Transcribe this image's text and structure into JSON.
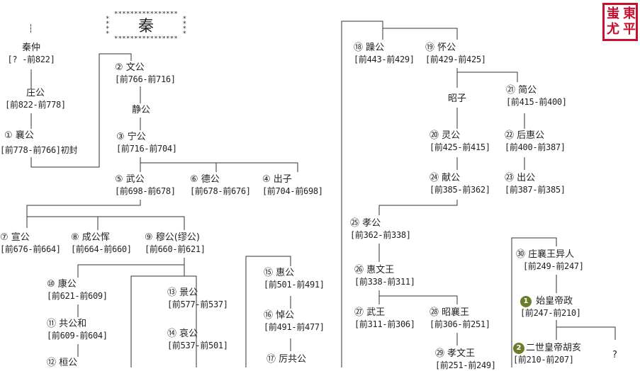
{
  "title": "秦",
  "title_stars": "****************",
  "seal": {
    "chars": [
      "東",
      "平",
      "蚩",
      "尤"
    ],
    "text": "東平蚩尤"
  },
  "nodes": {
    "qinzhong": {
      "name": "秦仲",
      "dates": "[? -前822]"
    },
    "zhuanggong": {
      "name": "庄公",
      "dates": "[前822-前778]"
    },
    "xianggong": {
      "num": "①",
      "name": "襄公",
      "dates": "[前778-前766]初封"
    },
    "wengong": {
      "num": "②",
      "name": "文公",
      "dates": "[前766-前716]"
    },
    "jinggong_a": {
      "name": "静公"
    },
    "ninggong": {
      "num": "③",
      "name": "宁公",
      "dates": "[前716-前704]"
    },
    "wugong": {
      "num": "⑤",
      "name": "武公",
      "dates": "[前698-前678]"
    },
    "degong": {
      "num": "⑥",
      "name": "德公",
      "dates": "[前678-前676]"
    },
    "chuzi": {
      "num": "④",
      "name": "出子",
      "dates": "[前704-前698]"
    },
    "xuangong": {
      "num": "⑦",
      "name": "宣公",
      "dates": "[前676-前664]"
    },
    "chenggong": {
      "num": "⑧",
      "name": "成公恽",
      "dates": "[前664-前660]"
    },
    "mugong": {
      "num": "⑨",
      "name": "穆公(缪公)",
      "dates": "[前660-前621]"
    },
    "kanggong": {
      "num": "⑩",
      "name": "康公",
      "dates": "[前621-前609]"
    },
    "gonggong": {
      "num": "⑪",
      "name": "共公和",
      "dates": "[前609-前604]"
    },
    "huangong": {
      "num": "⑫",
      "name": "桓公"
    },
    "jinggong": {
      "num": "⑬",
      "name": "景公",
      "dates": "[前577-前537]"
    },
    "aigong": {
      "num": "⑭",
      "name": "哀公",
      "dates": "[前537-前501]"
    },
    "huigong": {
      "num": "⑮",
      "name": "惠公",
      "dates": "[前501-前491]"
    },
    "daogong": {
      "num": "⑯",
      "name": "悼公",
      "dates": "[前491-前477]"
    },
    "ligong": {
      "num": "⑰",
      "name": "厉共公"
    },
    "zaogong": {
      "num": "⑱",
      "name": "躁公",
      "dates": "[前443-前429]"
    },
    "huaigong": {
      "num": "⑲",
      "name": "怀公",
      "dates": "[前429-前425]"
    },
    "zhaozi": {
      "name": "昭子"
    },
    "jiangong": {
      "num": "㉑",
      "name": "简公",
      "dates": "[前415-前400]"
    },
    "linggong": {
      "num": "⑳",
      "name": "灵公",
      "dates": "[前425-前415]"
    },
    "houhuigong": {
      "num": "㉒",
      "name": "后惠公",
      "dates": "[前400-前387]"
    },
    "xiangong": {
      "num": "㉔",
      "name": "献公",
      "dates": "[前385-前362]"
    },
    "chugong": {
      "num": "㉓",
      "name": "出公",
      "dates": "[前387-前385]"
    },
    "xiaogong": {
      "num": "㉕",
      "name": "孝公",
      "dates": "[前362-前338]"
    },
    "huiwenwang": {
      "num": "㉖",
      "name": "惠文王",
      "dates": "[前338-前311]"
    },
    "wuwang": {
      "num": "㉗",
      "name": "武王",
      "dates": "[前311-前306]"
    },
    "zhaoxiangwang": {
      "num": "㉘",
      "name": "昭襄王",
      "dates": "[前306-前251]"
    },
    "xiaowenwang": {
      "num": "㉙",
      "name": "孝文王",
      "dates": "[前251-前249]"
    },
    "zhuangxiangwang": {
      "num": "㉚",
      "name": "庄襄王异人",
      "dates": "[前249-前247]"
    },
    "shihuangdi": {
      "num": "1",
      "name": "始皇帝政",
      "dates": "[前247-前210]"
    },
    "ershi": {
      "num": "2",
      "name": "二世皇帝胡亥",
      "dates": "[前210-前207]"
    }
  },
  "unknown_mark": "?",
  "ellipsis_mark": "┆"
}
